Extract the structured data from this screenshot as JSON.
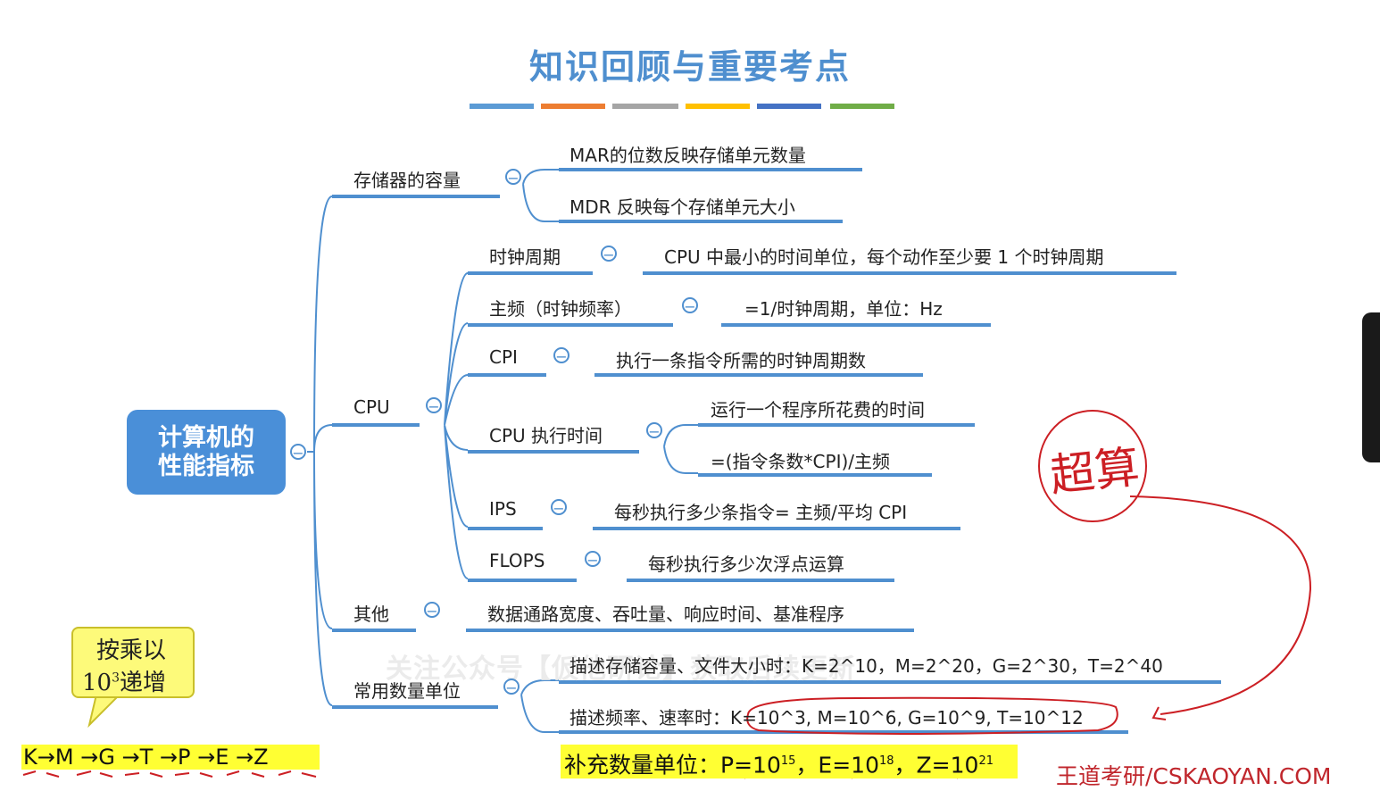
{
  "title": "知识回顾与重要考点",
  "title_bar_colors": [
    "#5b9bd5",
    "#ed7d31",
    "#a5a5a5",
    "#ffc000",
    "#4472c4",
    "#70ad47"
  ],
  "root": {
    "label": "计算机的性能指标"
  },
  "branches": {
    "storage": {
      "label": "存储器的容量",
      "items": [
        "MAR的位数反映存储单元数量",
        "MDR 反映每个存储单元大小"
      ]
    },
    "cpu": {
      "label": "CPU",
      "clock_period": {
        "label": "时钟周期",
        "desc": "CPU 中最小的时间单位，每个动作至少要 1 个时钟周期"
      },
      "frequency": {
        "label": "主频（时钟频率）",
        "desc": "=1/时钟周期，单位：Hz"
      },
      "cpi": {
        "label": "CPI",
        "desc": "执行一条指令所需的时钟周期数"
      },
      "exec_time": {
        "label": "CPU 执行时间",
        "desc1": "运行一个程序所花费的时间",
        "desc2": "=(指令条数*CPI)/主频"
      },
      "ips": {
        "label": "IPS",
        "desc": "每秒执行多少条指令= 主频/平均 CPI"
      },
      "flops": {
        "label": "FLOPS",
        "desc": "每秒执行多少次浮点运算"
      }
    },
    "other": {
      "label": "其他",
      "desc": "数据通路宽度、吞吐量、响应时间、基准程序"
    },
    "units": {
      "label": "常用数量单位",
      "storage_desc": "描述存储容量、文件大小时：K=2^10，M=2^20，G=2^30，T=2^40",
      "rate_prefix": "描述频率、速率时：",
      "rate_values": "K=10^3, M=10^6, G=10^9, T=10^12"
    }
  },
  "sticky_note": {
    "line1": "按乘以",
    "base": "10",
    "exp": "3",
    "suffix": "递增"
  },
  "k_sequence": "K→M →G →T →P →E →Z",
  "supplement": {
    "label": "补充数量单位：",
    "p_base": "P=10",
    "p_exp": "15",
    "e_base": "E=10",
    "e_exp": "18",
    "z_base": "Z=10",
    "z_exp": "21",
    "sep": "，"
  },
  "brand": "王道考研/CSKAOYAN.COM",
  "watermark": "关注公众号【仮他研论】获取后续更新",
  "handwriting": "超算",
  "collapse_glyph": "−",
  "colors": {
    "line": "#4f8fcf",
    "annotation": "#cc1f24",
    "highlight": "#ffff33"
  }
}
